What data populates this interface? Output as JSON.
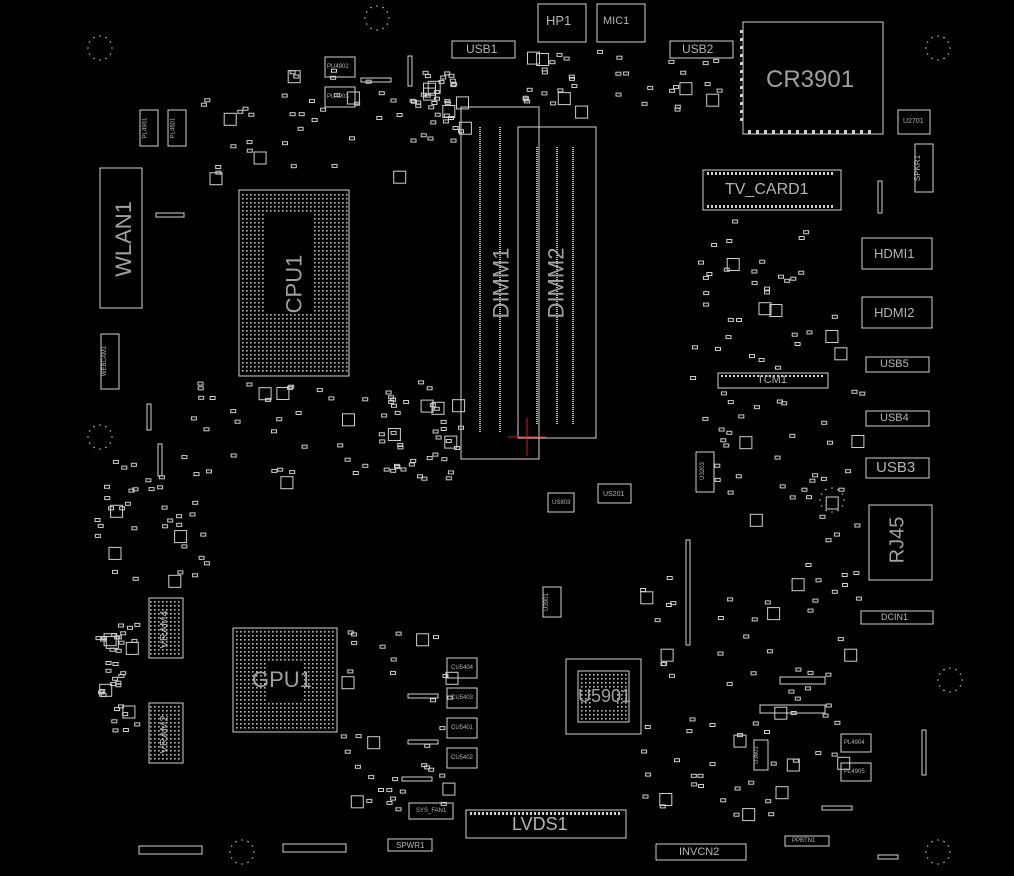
{
  "board": {
    "title": "",
    "components": {
      "cr3901": "CR3901",
      "tv_card1": "TV_CARD1",
      "hdmi1": "HDMI1",
      "hdmi2": "HDMI2",
      "usb5": "USB5",
      "usb4": "USB4",
      "usb3": "USB3",
      "rj45": "RJ45",
      "dcin1": "DCIN1",
      "usb1": "USB1",
      "usb2": "USB2",
      "hp1": "HP1",
      "mic1": "MIC1",
      "wlan1": "WLAN1",
      "cpu1": "CPU1",
      "dimm1": "DIMM1",
      "dimm2": "DIMM2",
      "gpu1": "GPU1",
      "vram4": "VRAM4",
      "vram2": "VRAM2",
      "u5901": "U5901",
      "lvds1": "LVDS1",
      "invcn2": "INVCN2",
      "tcm1": "TCM1",
      "webcam1": "WEBCAM1",
      "spwr1": "SPWR1",
      "sys_fan1": "SYS_FAN1",
      "u2701": "U2701",
      "spkr1": "SPKR1",
      "us201": "US201",
      "u3203": "U3203",
      "pu4902": "PU4902",
      "pu4903": "PU4903",
      "pl4904": "PL4904",
      "pl4905": "PL4905",
      "cu5404": "CU5404",
      "cu5403": "CU5403",
      "cu5401": "CU5401",
      "cu5402": "CU5402",
      "us803": "US803",
      "pl4901": "PL4901",
      "pl4601": "PL4601",
      "u3901": "U3901",
      "u3601": "U3601",
      "ppbtn1": "PPBTN1"
    },
    "colors": {
      "background": "#000000",
      "outline": "#d2d2d2",
      "label": "#8c8c8c",
      "accent": "#d21e1e"
    }
  }
}
